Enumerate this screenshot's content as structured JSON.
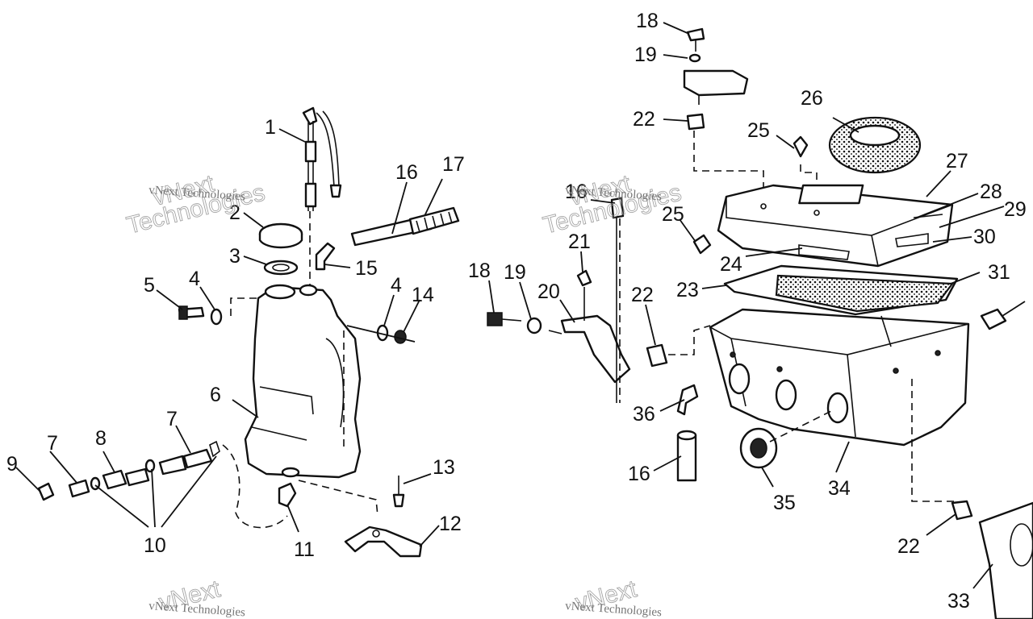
{
  "diagram": {
    "callouts": [
      "1",
      "2",
      "3",
      "4",
      "5",
      "6",
      "7",
      "8",
      "9",
      "10",
      "11",
      "12",
      "13",
      "14",
      "15",
      "16",
      "17",
      "18",
      "19",
      "20",
      "21",
      "22",
      "23",
      "24",
      "25",
      "26",
      "27",
      "28",
      "29",
      "30",
      "31",
      "33",
      "34",
      "35",
      "36"
    ],
    "watermark": {
      "big_line1": "vNext",
      "big_line2": "Technologies",
      "small": "vNext Technologies"
    }
  }
}
